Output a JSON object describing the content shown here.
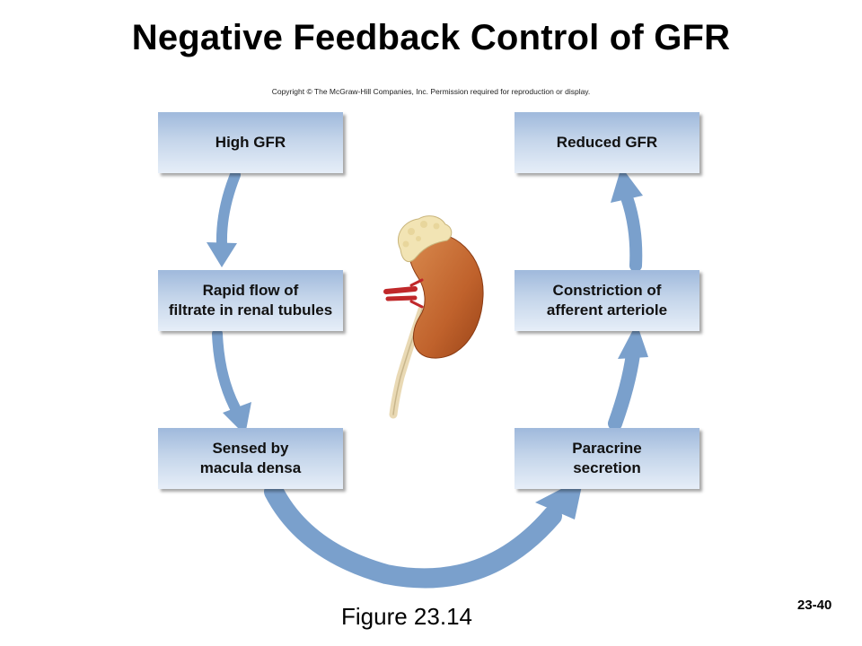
{
  "title": "Negative Feedback Control of GFR",
  "copyright": "Copyright © The McGraw-Hill Companies, Inc. Permission required for reproduction or display.",
  "boxes": {
    "high_gfr": "High GFR",
    "rapid_flow": "Rapid flow of\nfiltrate in renal tubules",
    "sensed": "Sensed by\nmacula densa",
    "paracrine": "Paracrine\nsecretion",
    "constriction": "Constriction of\nafferent arteriole",
    "reduced_gfr": "Reduced GFR"
  },
  "figure_caption": "Figure 23.14",
  "slide_number": "23-40",
  "colors": {
    "arrow": "#7aa0cc",
    "box_top": "#9fb9dc",
    "box_bottom": "#e6eef8",
    "kidney": "#c86a35",
    "adrenal": "#f2e4b4",
    "vessel": "#c0282a",
    "ureter": "#e9d9b4"
  }
}
